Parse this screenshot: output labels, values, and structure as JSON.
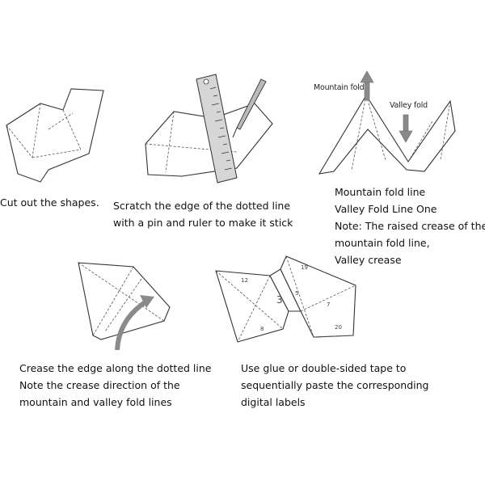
{
  "step1": {
    "caption": [
      "Cut out the shapes."
    ]
  },
  "step2": {
    "caption": [
      "Scratch the edge of the dotted line",
      "with a pin and ruler to make it stick"
    ]
  },
  "step3": {
    "mountain_label": "Mountain fold",
    "valley_label": "Valley fold",
    "caption": [
      "Mountain fold line",
      "Valley Fold Line One",
      "Note: The raised crease of the",
      "mountain fold line,",
      "Valley crease"
    ]
  },
  "step4": {
    "caption": [
      "Crease the edge along the dotted line",
      "Note the crease direction of the",
      "mountain and valley fold lines"
    ]
  },
  "step5": {
    "numbers": [
      "12",
      "19",
      "3",
      "5",
      "7",
      "8",
      "20"
    ],
    "caption": [
      "Use glue or double-sided tape to",
      "sequentially paste the corresponding",
      "digital labels"
    ]
  },
  "colors": {
    "line": "#333333",
    "arrow": "#8a8a8a"
  }
}
